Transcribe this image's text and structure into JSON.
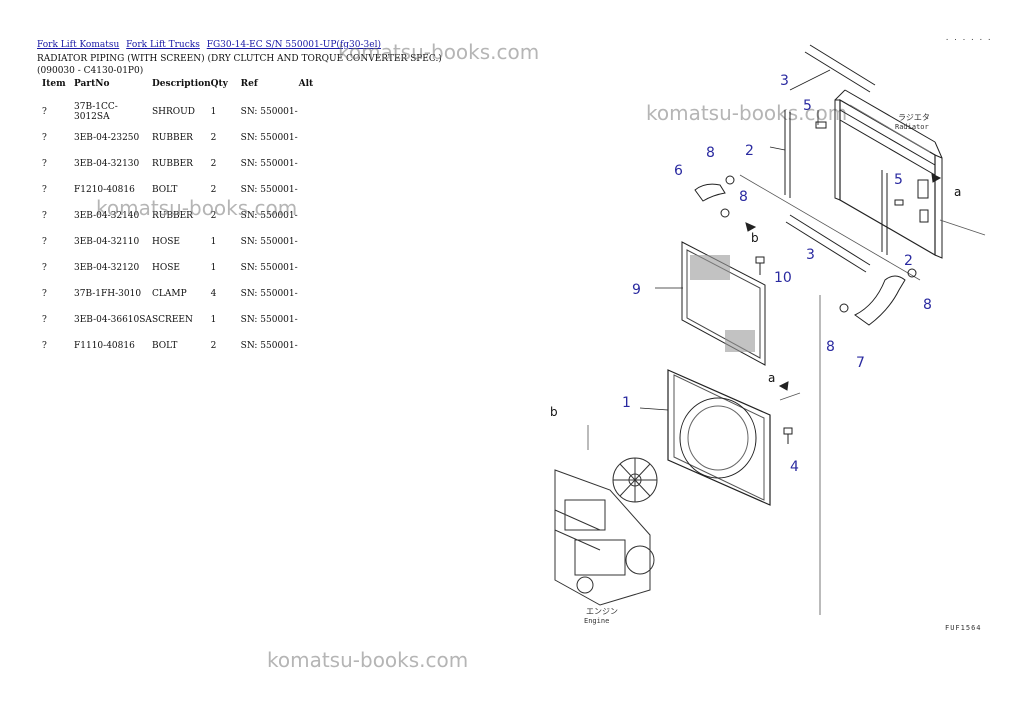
{
  "breadcrumb": [
    "Fork Lift Komatsu",
    "Fork Lift Trucks",
    "FG30-14-EC S/N 550001-UP(fg30-3el)"
  ],
  "title": "RADIATOR PIPING (WITH SCREEN) (DRY CLUTCH AND TORQUE CONVERTER SPEC.)(090030 - C4130-01P0)",
  "table": {
    "headers": [
      "Item",
      "PartNo",
      "Description",
      "Qty",
      "Ref",
      "Alt"
    ],
    "rows": [
      [
        "?",
        "37B-1CC-3012SA",
        "SHROUD",
        "1",
        "SN: 550001-",
        ""
      ],
      [
        "?",
        "3EB-04-23250",
        "RUBBER",
        "2",
        "SN: 550001-",
        ""
      ],
      [
        "?",
        "3EB-04-32130",
        "RUBBER",
        "2",
        "SN: 550001-",
        ""
      ],
      [
        "?",
        "F1210-40816",
        "BOLT",
        "2",
        "SN: 550001-",
        ""
      ],
      [
        "?",
        "3EB-04-32140",
        "RUBBER",
        "2",
        "SN: 550001-",
        ""
      ],
      [
        "?",
        "3EB-04-32110",
        "HOSE",
        "1",
        "SN: 550001-",
        ""
      ],
      [
        "?",
        "3EB-04-32120",
        "HOSE",
        "1",
        "SN: 550001-",
        ""
      ],
      [
        "?",
        "37B-1FH-3010",
        "CLAMP",
        "4",
        "SN: 550001-",
        ""
      ],
      [
        "?",
        "3EB-04-36610SA",
        "SCREEN",
        "1",
        "SN: 550001-",
        ""
      ],
      [
        "?",
        "F1110-40816",
        "BOLT",
        "2",
        "SN: 550001-",
        ""
      ]
    ]
  },
  "watermarks": [
    "komatsu-books.com",
    "komatsu-books.com",
    "komatsu-books.com",
    "komatsu-books.com"
  ],
  "diagram": {
    "callouts": [
      "3",
      "5",
      "2",
      "8",
      "6",
      "8",
      "b",
      "10",
      "9",
      "1",
      "a",
      "b",
      "4",
      "3",
      "2",
      "5",
      "a",
      "8",
      "8",
      "7"
    ],
    "radiator_label_jp": "ラジエタ",
    "radiator_label": "Radiator",
    "engine_label_jp": "エンジン",
    "engine_label": "Engine",
    "figure_code": "FUF1564",
    "top_code": ". . . . . ."
  }
}
